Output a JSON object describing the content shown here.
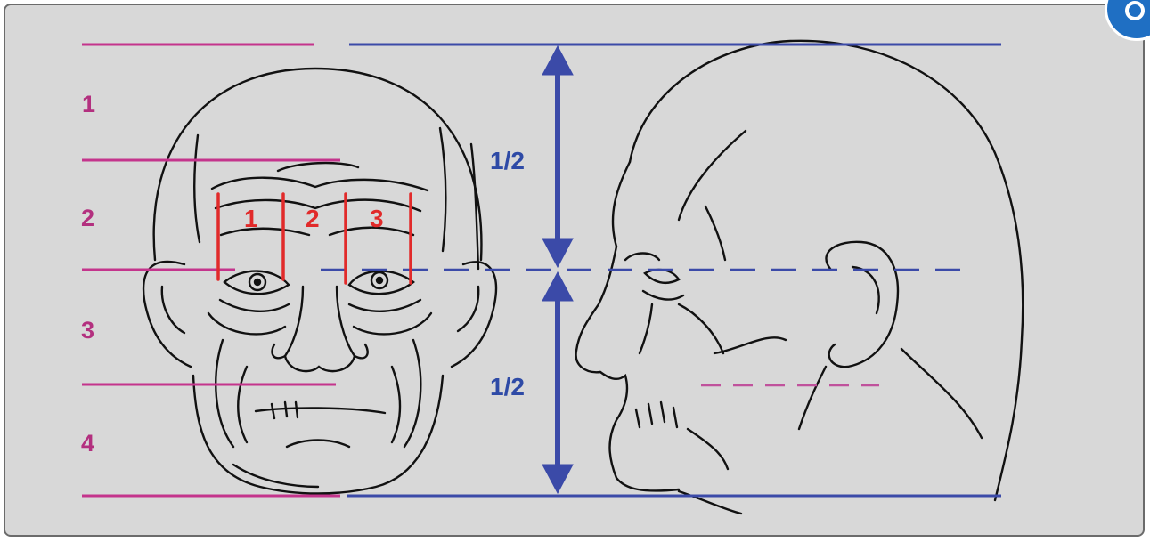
{
  "rows": [
    "1",
    "2",
    "3",
    "4"
  ],
  "eyeRegions": [
    "1",
    "2",
    "3"
  ],
  "halves": [
    "1/2",
    "1/2"
  ],
  "colors": {
    "panel": "#d8d8d8",
    "rowLine": "#c4348c",
    "rowText": "#b3307f",
    "halfLine": "#3b4aa8",
    "halfText": "#2e4aa6",
    "eyeLine": "#e12a2a",
    "eyeText": "#e12a2a",
    "sketch": "#111111",
    "corner": "#1f6fc3"
  },
  "icons": {
    "corner": "circle-button-icon"
  }
}
